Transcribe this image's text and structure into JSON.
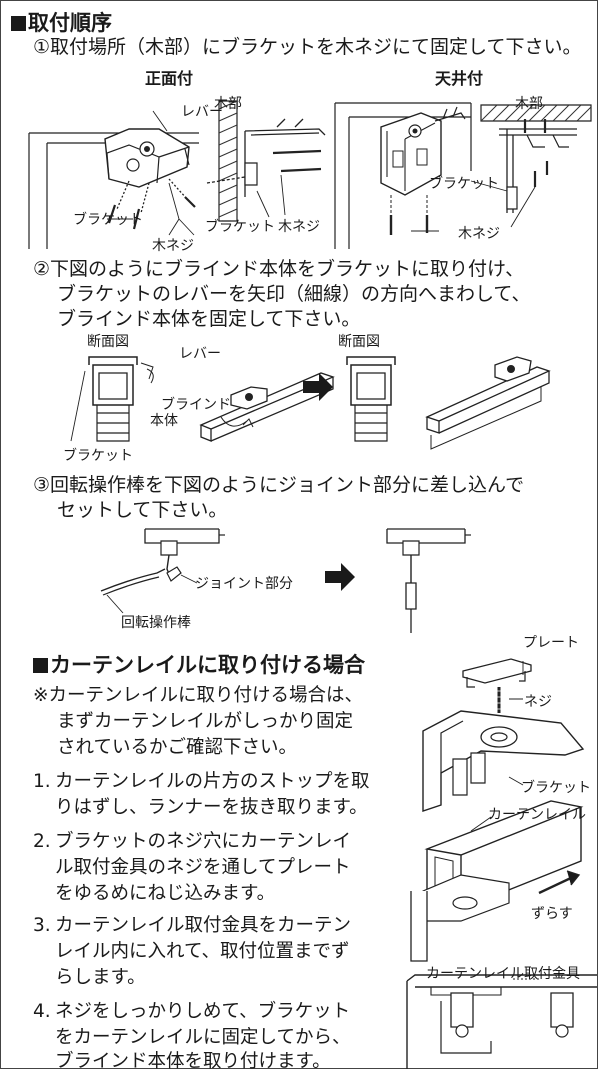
{
  "section1": {
    "heading": "取付順序",
    "step1": "①取付場所（木部）にブラケットを木ネジにて固定して下さい。",
    "front_title": "正面付",
    "ceiling_title": "天井付",
    "labels": {
      "lever": "レバー",
      "wood1": "木部",
      "wood2": "木部",
      "bracket1": "ブラケット",
      "bracket2": "ブラケット",
      "bracket3": "ブラケット",
      "screw1": "木ネジ",
      "screw2": "木ネジ",
      "screw3": "木ネジ"
    },
    "step2_lines": [
      "②下図のようにブラインド本体をブラケットに取り付け、",
      "ブラケットのレバーを矢印（細線）の方向へまわして、",
      "ブラインド本体を固定して下さい。"
    ],
    "step2_labels": {
      "section_view1": "断面図",
      "section_view2": "断面図",
      "lever": "レバー",
      "blind_body_1": "ブラインド",
      "blind_body_2": "本体",
      "bracket": "ブラケット"
    },
    "step3_lines": [
      "③回転操作棒を下図のようにジョイント部分に差し込んで",
      "セットして下さい。"
    ],
    "step3_labels": {
      "joint": "ジョイント部分",
      "wand": "回転操作棒"
    }
  },
  "section2": {
    "heading": "カーテンレイルに取り付ける場合",
    "note_lines": [
      "※カーテンレイルに取り付ける場合は、",
      "まずカーテンレイルがしっかり固定",
      "されているかご確認下さい。"
    ],
    "items": [
      {
        "num": "1.",
        "lines": [
          "カーテンレイルの片方のストップを取",
          "りはずし、ランナーを抜き取ります。"
        ]
      },
      {
        "num": "2.",
        "lines": [
          "ブラケットのネジ穴にカーテンレイ",
          "ル取付金具のネジを通してプレート",
          "をゆるめにねじ込みます。"
        ]
      },
      {
        "num": "3.",
        "lines": [
          "カーテンレイル取付金具をカーテン",
          "レイル内に入れて、取付位置までず",
          "らします。"
        ]
      },
      {
        "num": "4.",
        "lines": [
          "ネジをしっかりしめて、ブラケット",
          "をカーテンレイルに固定してから、",
          "ブラインド本体を取り付けます。"
        ]
      }
    ],
    "diagram_labels": {
      "plate": "プレート",
      "screw": "ネジ",
      "bracket": "ブラケット",
      "curtain_rail": "カーテンレイル",
      "slide": "ずらす",
      "rail_fitting": "カーテンレイル取付金具"
    }
  }
}
